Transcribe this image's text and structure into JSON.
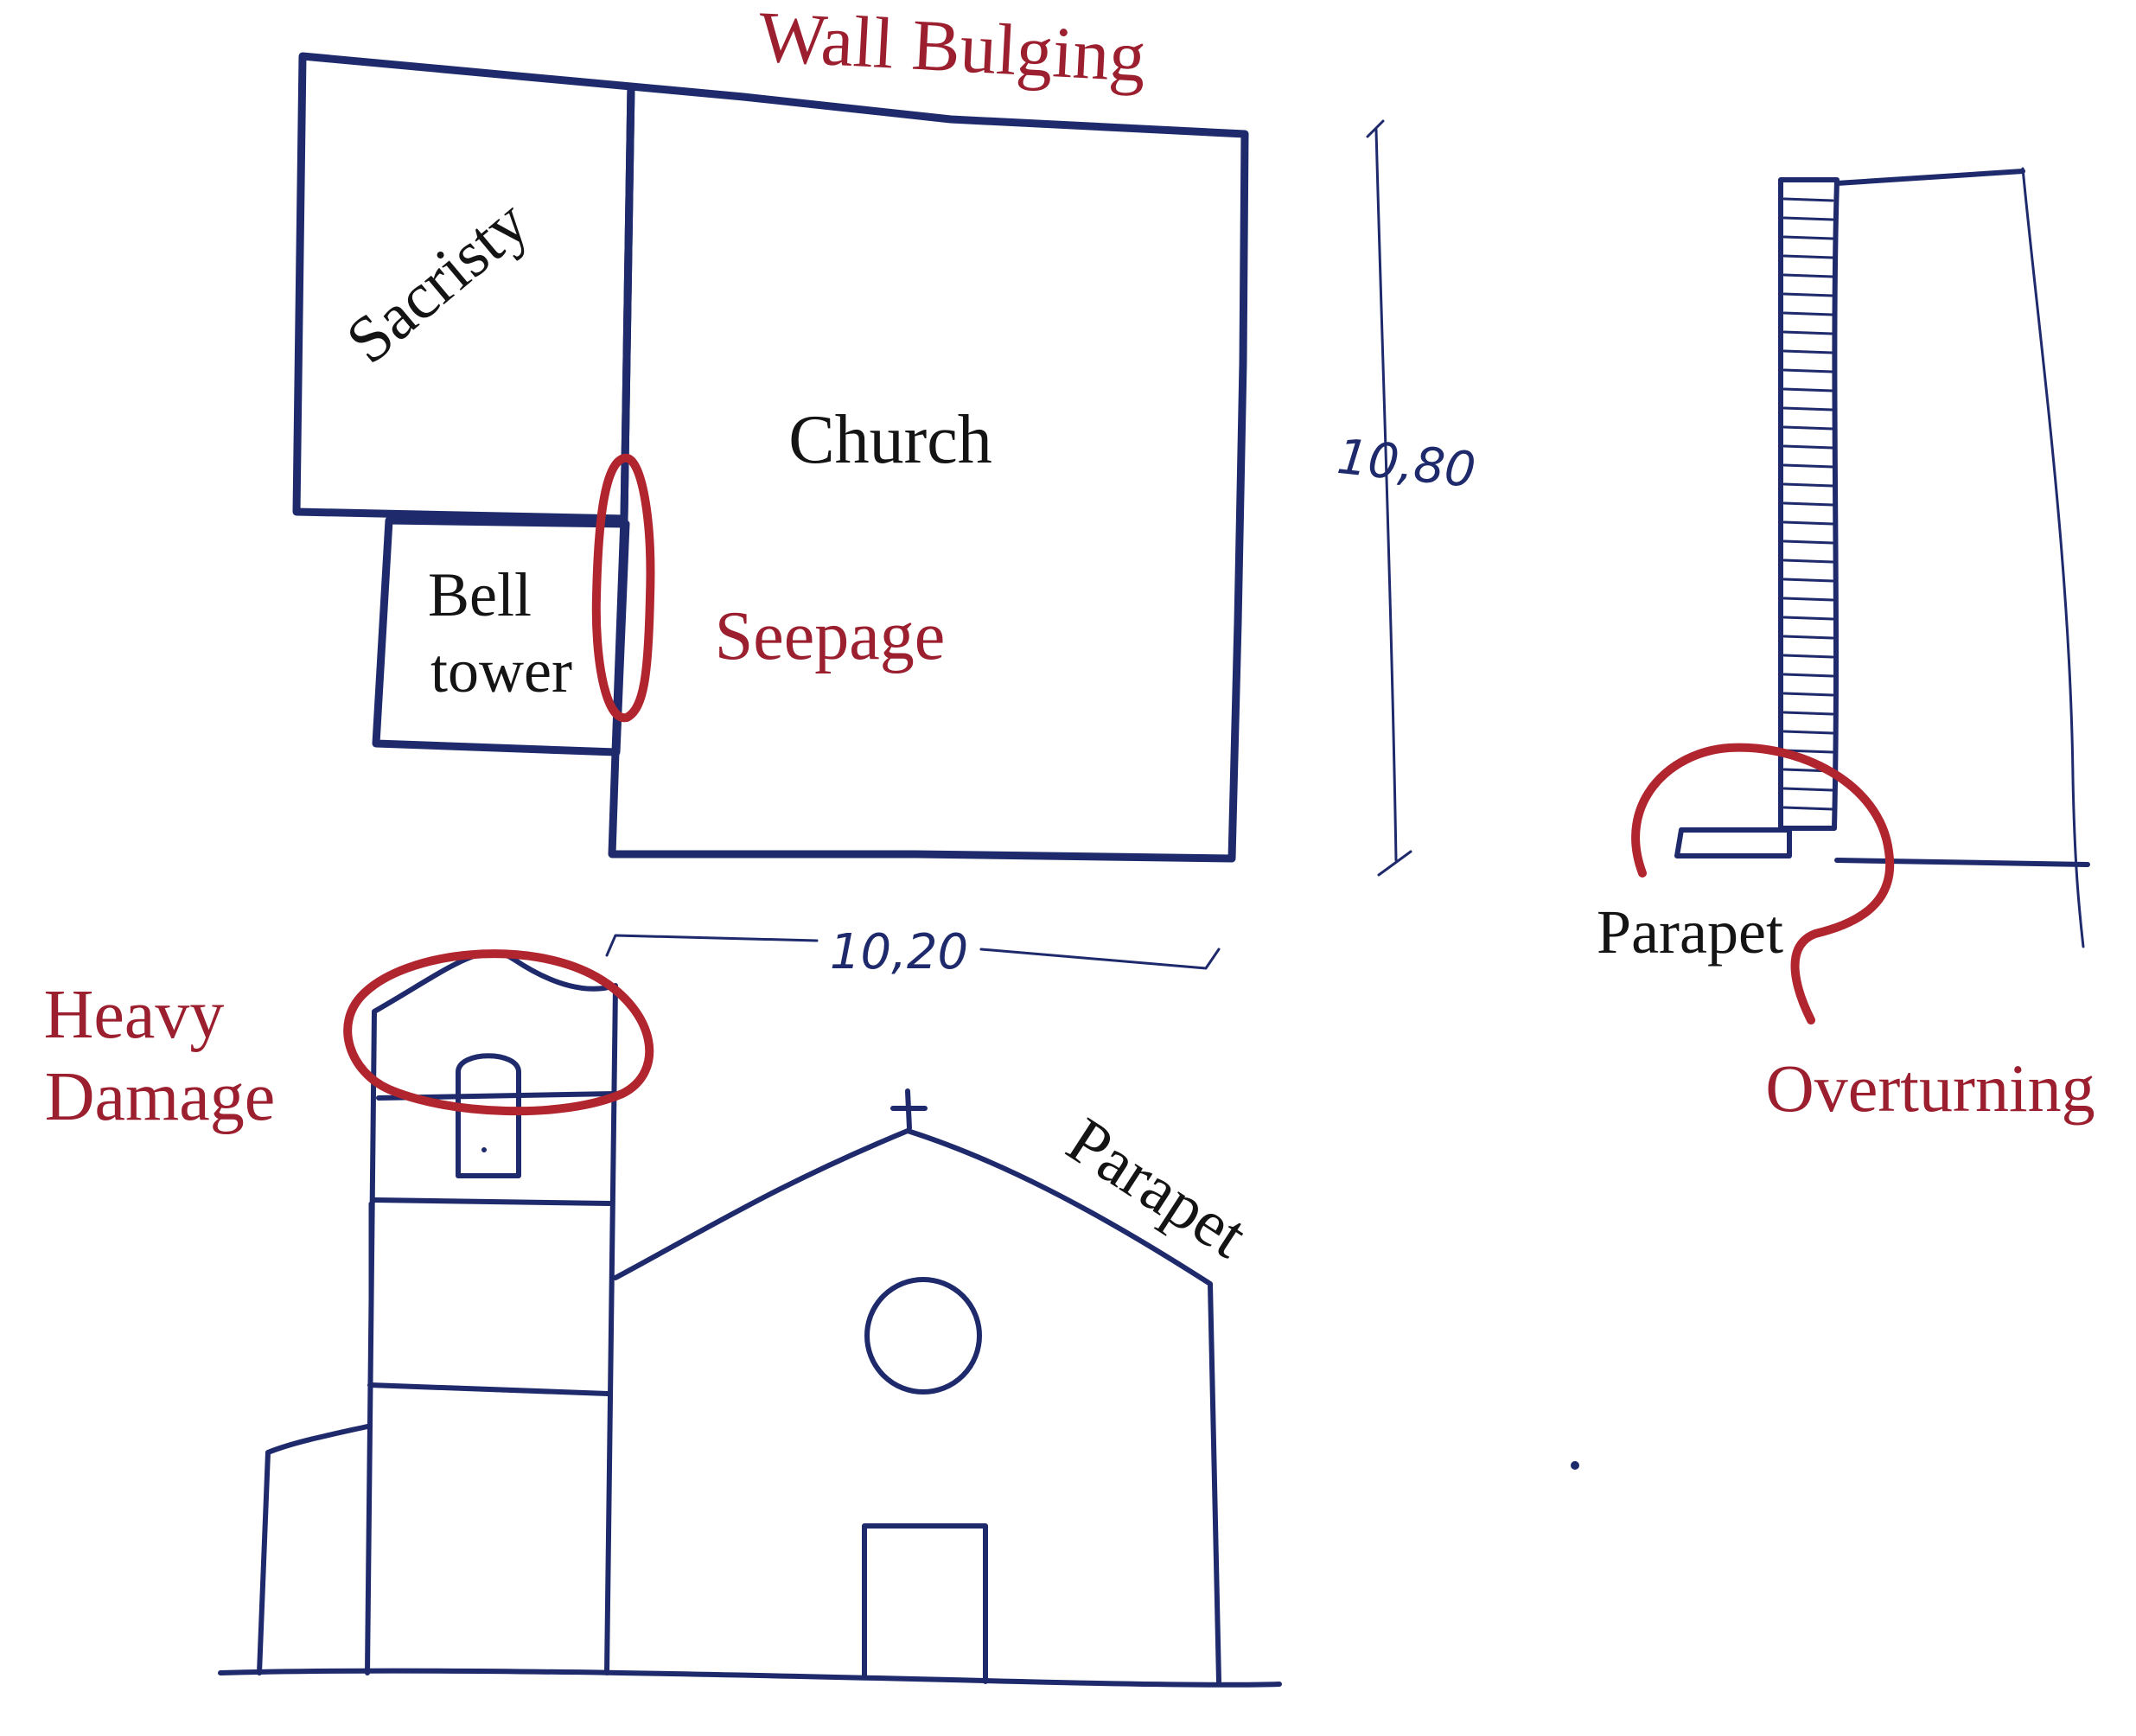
{
  "plan": {
    "rooms": {
      "sacristy": "Sacristy",
      "church": "Church",
      "bell_tower_line1": "Bell",
      "bell_tower_line2": "tower"
    },
    "dimensions": {
      "height": "10,80",
      "width": "10,20"
    }
  },
  "damage_labels": {
    "wall_bulging": "Wall Bulging",
    "seepage": "Seepage",
    "heavy_damage_line1": "Heavy",
    "heavy_damage_line2": "Damage",
    "overturning": "Overturning"
  },
  "section": {
    "parapet": "Parapet"
  },
  "facade": {
    "parapet": "Parapet"
  },
  "colors": {
    "ink": "#1e2a6b",
    "damage_marker": "#b1252f",
    "damage_text": "#9b1f2e"
  }
}
